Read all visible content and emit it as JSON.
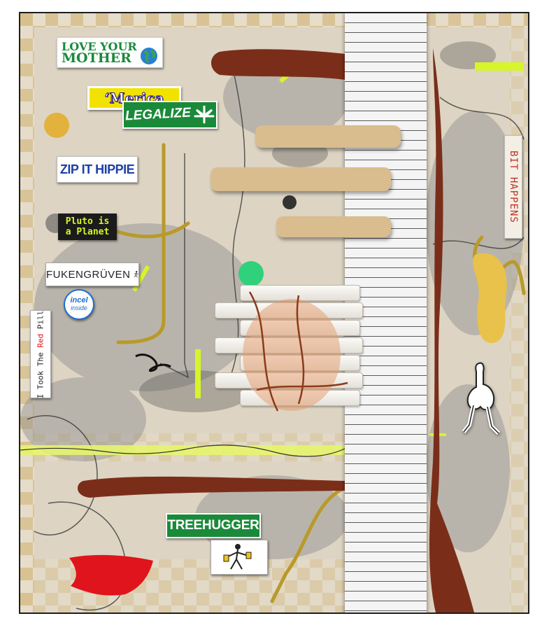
{
  "artwork": {
    "stickers": {
      "love_your_mother": {
        "line1": "LOVE YOUR",
        "line2": "MOTHER"
      },
      "merica": "‘Merica",
      "legalize": "LEGALIZE",
      "zip_it_hippie": "ZIP IT HIPPIE",
      "pluto": {
        "line1": "Pluto is",
        "line2": "a Planet"
      },
      "fukengruven": "FUKENGRÜVEN",
      "incel": {
        "line1": "incel",
        "line2": "inside"
      },
      "red_pill": {
        "before": "I Took The ",
        "red": "Red",
        "after": " Pill"
      },
      "treehugger": "TREEHUGGER",
      "bit_happens": "BIT HAPPENS"
    },
    "colors": {
      "ground": "#ddd4c3",
      "maroon_paint": "#7a2e1a",
      "sticker_green": "#1a8a3a",
      "sticker_blue": "#1d3fa8",
      "sticker_yellow": "#f2e200",
      "red_paint": "#e0141c",
      "ochre_paint": "#b89a2a"
    },
    "icons": [
      "globe-icon",
      "cannabis-leaf-icon",
      "beer-stick-figure-icon",
      "running-stick-figure-icon",
      "pointing-figure-icon"
    ]
  }
}
